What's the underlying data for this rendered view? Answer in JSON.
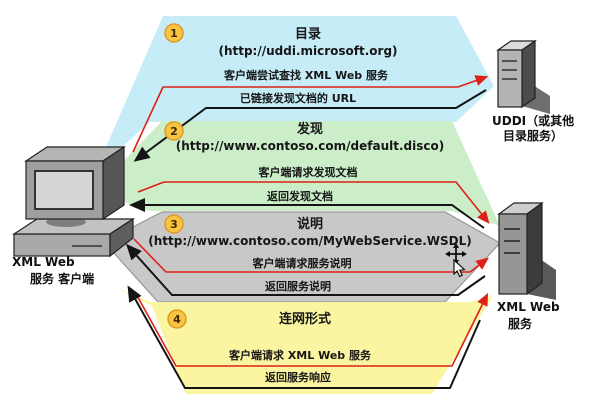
{
  "steps": [
    {
      "number": "1",
      "title": "目录",
      "url": "(http://uddi.microsoft.org)",
      "request_label": "客户端尝试查找 XML Web 服务",
      "response_label": "已链接发现文档的 URL",
      "band_color": "#c5ecf7"
    },
    {
      "number": "2",
      "title": "发现",
      "url": "(http://www.contoso.com/default.disco)",
      "request_label": "客户端请求发现文档",
      "response_label": "返回发现文档",
      "band_color": "#cbeec9"
    },
    {
      "number": "3",
      "title": "说明",
      "url": "(http://www.contoso.com/MyWebService.WSDL)",
      "request_label": "客户端请求服务说明",
      "response_label": "返回服务说明",
      "band_color": "#c8c8c8"
    },
    {
      "number": "4",
      "title": "连网形式",
      "request_label": "客户端请求 XML Web 服务",
      "response_label": "返回服务响应",
      "band_color": "#fbf5a2"
    }
  ],
  "nodes": {
    "client": {
      "label_line1": "XML Web",
      "label_line2": "服务 客户端"
    },
    "uddi_server": {
      "label_line1": "UDDI（或其他",
      "label_line2": "目录服务）"
    },
    "web_server": {
      "label_line1": "XML Web",
      "label_line2": "服务"
    }
  },
  "colors": {
    "request_arrow": "#dd2114",
    "response_arrow": "#141414",
    "badge_fill": "#fbc342",
    "badge_border": "#dd9b28",
    "band3_border": "#999999"
  }
}
